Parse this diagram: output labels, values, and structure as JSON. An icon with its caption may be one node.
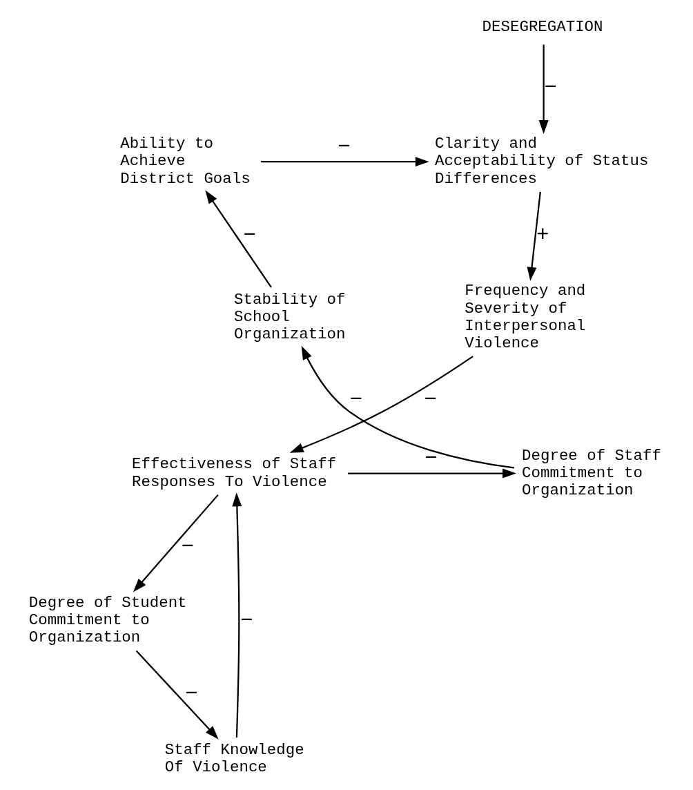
{
  "diagram": {
    "nodes": [
      {
        "text": [
          "DESEGREGATION"
        ]
      },
      {
        "text": [
          "Ability to Achieve District Goals"
        ]
      },
      {
        "text": [
          "Clarity and Acceptability of Status Differences"
        ]
      },
      {
        "text": [
          "Stability of School Organization"
        ]
      },
      {
        "text": [
          "Frequency and Severity of Interpersonal Violence"
        ]
      },
      {
        "text": [
          "Degree of Staff Commitment to Organization"
        ]
      },
      {
        "text": [
          "Effectiveness of Staff Responses To Violence"
        ]
      },
      {
        "text": [
          "Degree of Student Commitment to Organization"
        ]
      },
      {
        "text": [
          "Staff Knowledge Of Violence"
        ]
      }
    ],
    "edges": [
      {
        "from": 0,
        "to": 2,
        "arrow": "to",
        "label": "−"
      },
      {
        "from": 1,
        "to": 2,
        "arrow": "to",
        "label": "−"
      },
      {
        "from": 2,
        "to": 4,
        "arrow": "to",
        "label": "+"
      },
      {
        "from": 4,
        "to": 6,
        "arrow": "to",
        "label": "−"
      },
      {
        "from": 6,
        "to": 5,
        "arrow": "to",
        "label": "−"
      },
      {
        "from": 6,
        "to": 7,
        "arrow": "to",
        "label": "−"
      },
      {
        "from": 7,
        "to": 8,
        "arrow": "to",
        "label": "−"
      },
      {
        "from": 8,
        "to": 6,
        "arrow": "to",
        "label": "−"
      },
      {
        "from": 5,
        "to": 3,
        "arrow": "to",
        "label": "−"
      },
      {
        "from": 3,
        "to": 1,
        "arrow": "to",
        "label": "−"
      }
    ]
  }
}
